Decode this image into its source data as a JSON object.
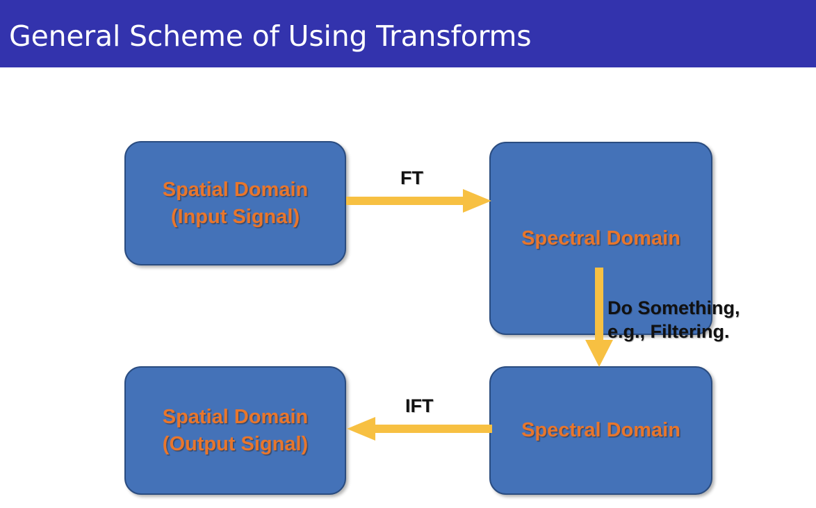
{
  "slide": {
    "title": "General Scheme of Using Transforms",
    "title_bar_color": "#3333AD",
    "title_text_color": "#FFFFFF",
    "background_color": "#FFFFFF"
  },
  "theme": {
    "box_fill": "#4472B8",
    "box_border": "#2A4C80",
    "box_text_color": "#E8762C",
    "arrow_color": "#F7C042",
    "arrow_label_color": "#111111"
  },
  "diagram": {
    "type": "flowchart",
    "nodes": [
      {
        "id": "spatial-input",
        "label": "Spatial Domain\n(Input Signal)"
      },
      {
        "id": "spectral-top",
        "label": "Spectral Domain"
      },
      {
        "id": "spatial-output",
        "label": "Spatial Domain\n(Output Signal)"
      },
      {
        "id": "spectral-bottom",
        "label": "Spectral Domain"
      }
    ],
    "edges": [
      {
        "id": "ft",
        "label": "FT",
        "from": "spatial-input",
        "to": "spectral-top",
        "direction": "right"
      },
      {
        "id": "filtering",
        "label": "Do Something,\ne.g., Filtering.",
        "from": "spectral-top",
        "to": "spectral-bottom",
        "direction": "down"
      },
      {
        "id": "ift",
        "label": "IFT",
        "from": "spectral-bottom",
        "to": "spatial-output",
        "direction": "left"
      }
    ]
  }
}
